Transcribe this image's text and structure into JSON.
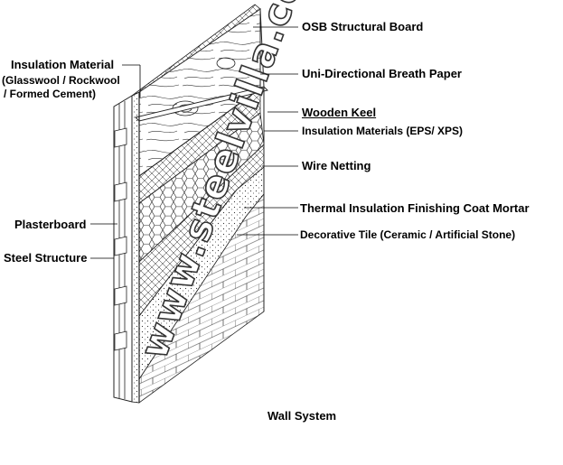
{
  "watermark": "www.steelvilla.com",
  "caption": "Wall System",
  "labels": {
    "osb_board": "OSB Structural Board",
    "breath_paper": "Uni-Directional Breath Paper",
    "wooden_keel": "Wooden Keel",
    "insulation_eps": "Insulation Materials (EPS/ XPS)",
    "wire_netting": "Wire Netting",
    "thermal_mortar": "Thermal Insulation Finishing Coat Mortar",
    "decorative_tile": "Decorative Tile (Ceramic / Artificial Stone)",
    "insulation_material_title": "Insulation Material",
    "insulation_material_line2": "(Glasswool / Rockwool",
    "insulation_material_line3": "/ Formed Cement)",
    "plasterboard": "Plasterboard",
    "steel_structure": "Steel Structure"
  }
}
